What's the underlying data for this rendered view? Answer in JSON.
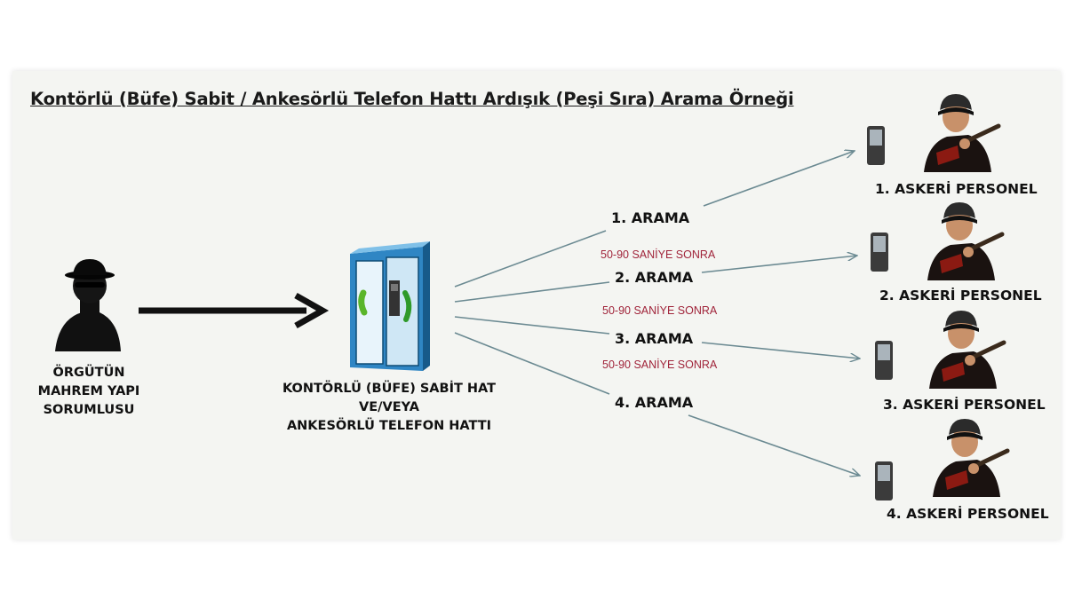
{
  "title": "Kontörlü (Büfe) Sabit / Ankesörlü Telefon Hattı Ardışık (Peşi Sıra) Arama Örneği",
  "source": {
    "lines": [
      "ÖRGÜTÜN",
      "MAHREM YAPI",
      "SORUMLUSU"
    ],
    "icon": "spy-icon"
  },
  "booth": {
    "lines": [
      "KONTÖRLÜ (BÜFE) SABİT HAT",
      "VE/VEYA",
      "ANKESÖRLÜ TELEFON HATTI"
    ],
    "icon": "phone-booth-icon"
  },
  "calls": [
    {
      "label": "1. ARAMA"
    },
    {
      "label": "2. ARAMA"
    },
    {
      "label": "3. ARAMA"
    },
    {
      "label": "4. ARAMA"
    }
  ],
  "delays": [
    "50-90 SANİYE SONRA",
    "50-90 SANİYE SONRA",
    "50-90 SANİYE SONRA"
  ],
  "targets": [
    {
      "label": "1. ASKERİ PERSONEL",
      "icon": "soldier-icon",
      "phone_icon": "mobile-phone-icon"
    },
    {
      "label": "2. ASKERİ PERSONEL",
      "icon": "soldier-icon",
      "phone_icon": "mobile-phone-icon"
    },
    {
      "label": "3. ASKERİ PERSONEL",
      "icon": "soldier-icon",
      "phone_icon": "mobile-phone-icon"
    },
    {
      "label": "4. ASKERİ PERSONEL",
      "icon": "soldier-icon",
      "phone_icon": "mobile-phone-icon"
    }
  ],
  "colors": {
    "delay_text": "#a0243a",
    "connector": "#6b8a92",
    "arrow": "#111111",
    "booth_frame": "#1f6fa8"
  }
}
